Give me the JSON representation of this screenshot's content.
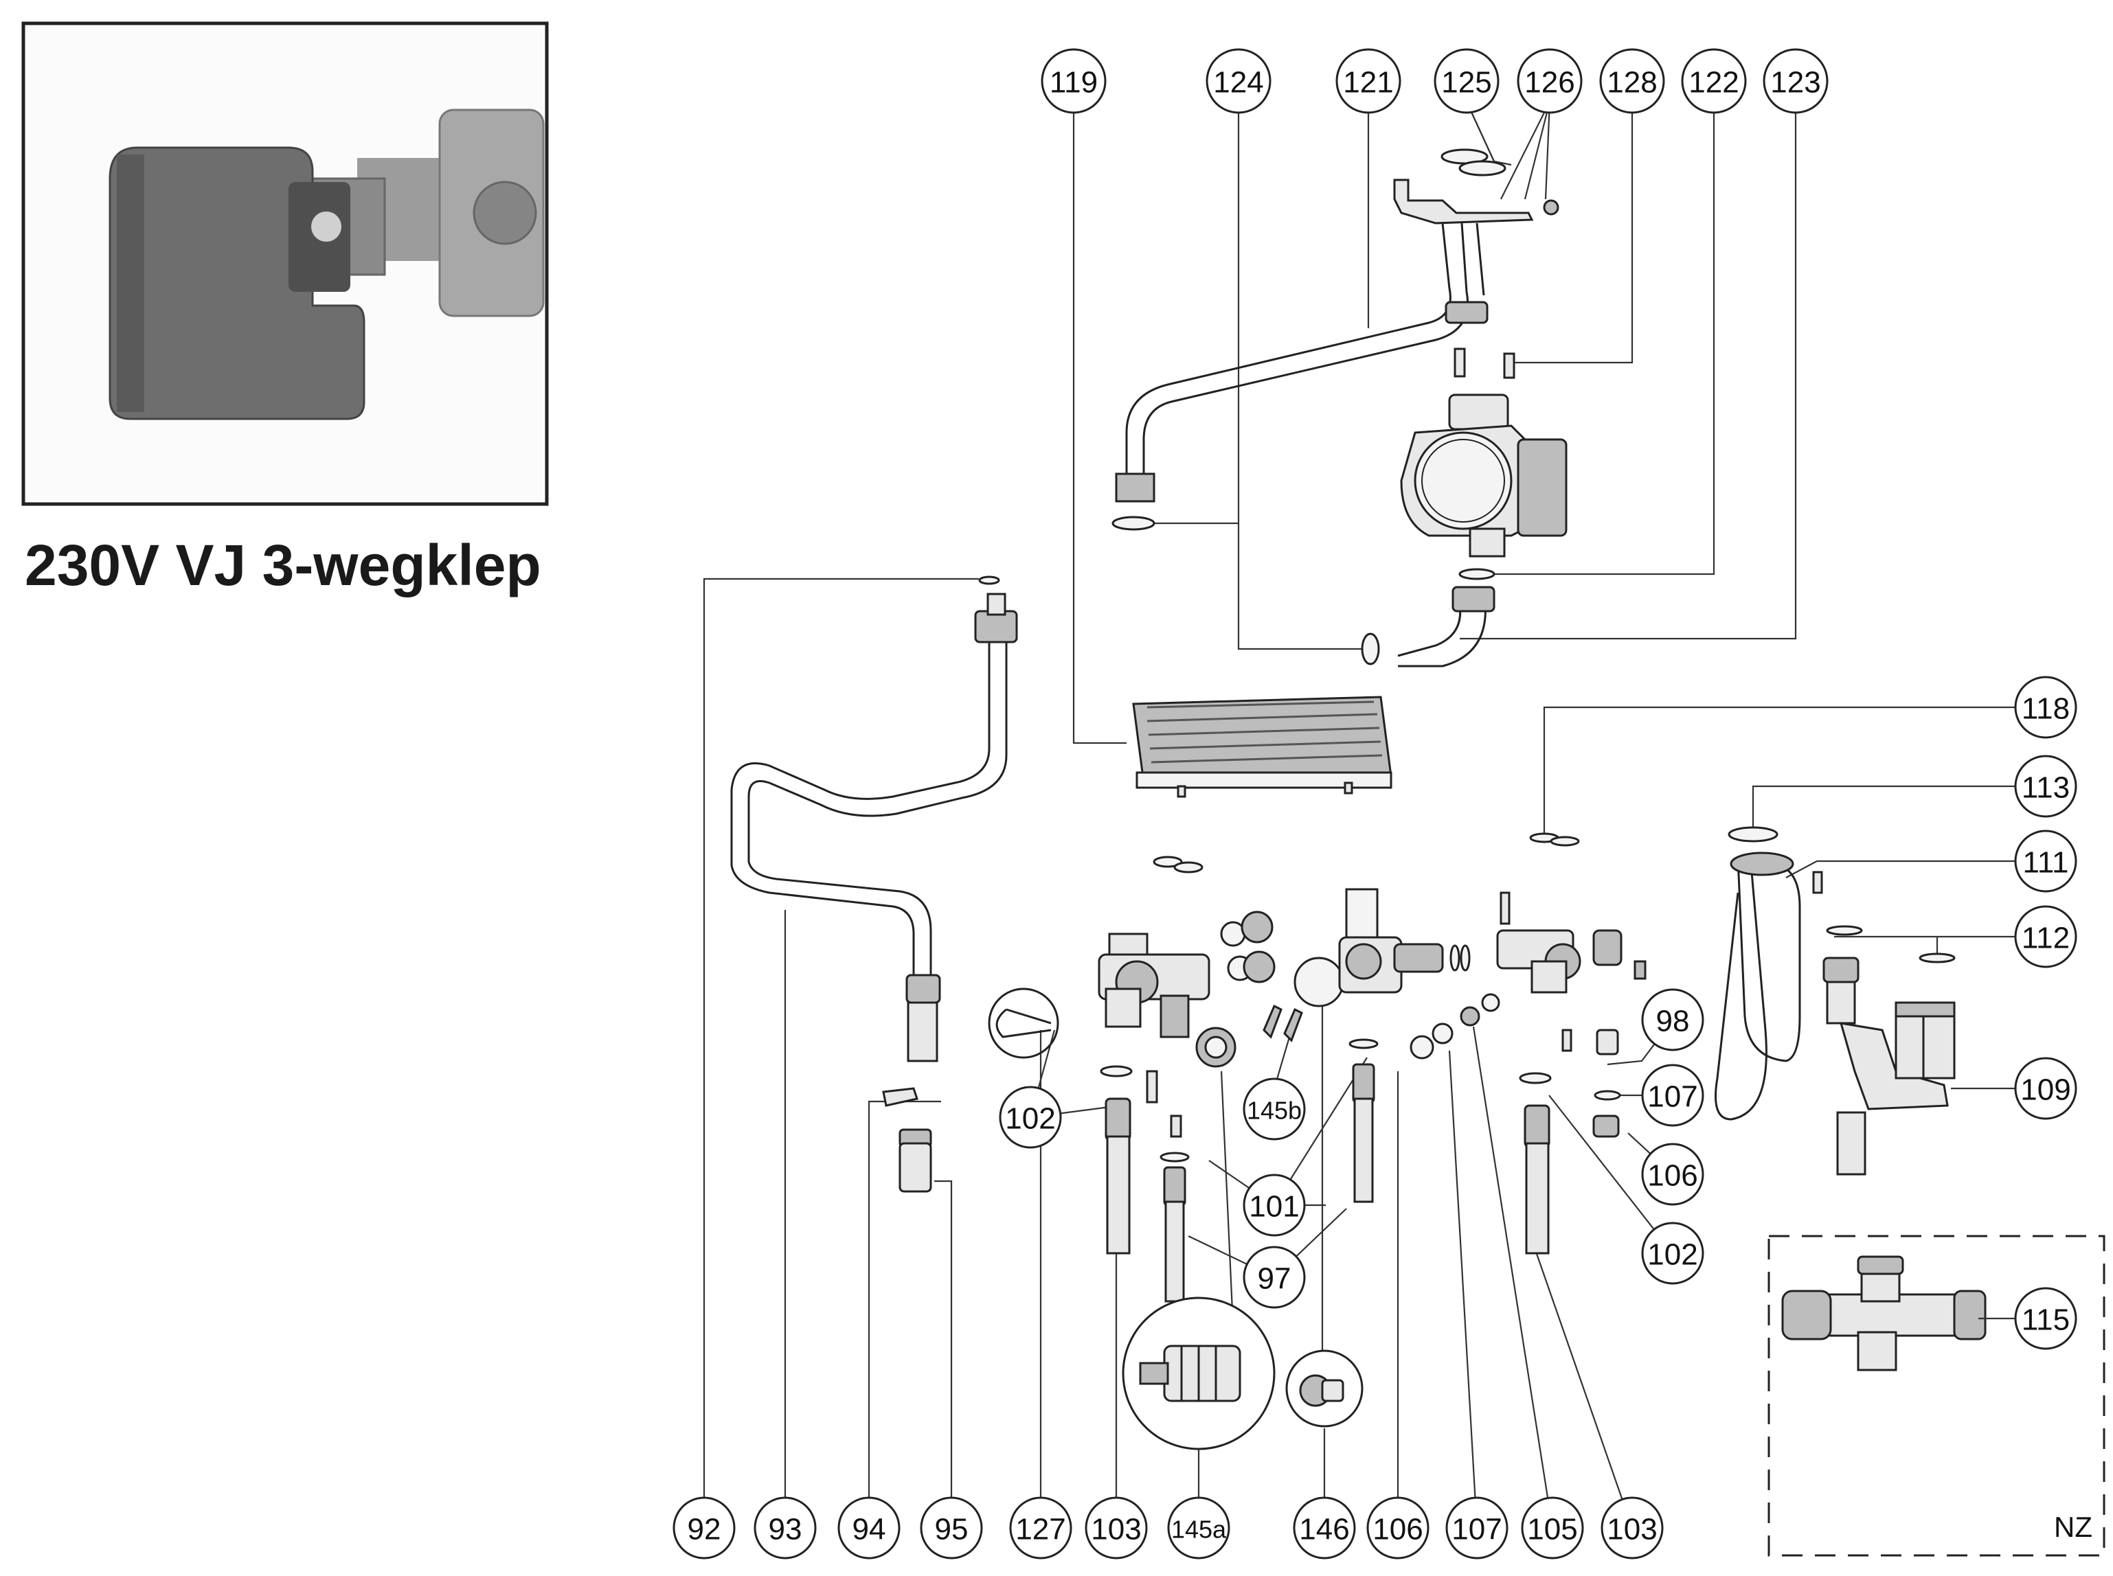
{
  "inset": {
    "caption": "230V VJ 3-wegklep",
    "photo_icon": "three-way-valve-actuator-photo"
  },
  "nz_box": {
    "label": "NZ"
  },
  "callouts_top": [
    "119",
    "124",
    "121",
    "125",
    "126",
    "128",
    "122",
    "123"
  ],
  "callouts_right": [
    "118",
    "113",
    "111",
    "112",
    "109",
    "115"
  ],
  "callouts_mid": [
    "98",
    "107",
    "106",
    "102",
    "102",
    "101",
    "97",
    "145b"
  ],
  "callouts_bottom": [
    "92",
    "93",
    "94",
    "95",
    "127",
    "103",
    "145a",
    "146",
    "106",
    "107",
    "105",
    "103"
  ],
  "colors": {
    "line": "#222222",
    "part_fill": "#e8e8e8",
    "inset_border": "#222222"
  }
}
